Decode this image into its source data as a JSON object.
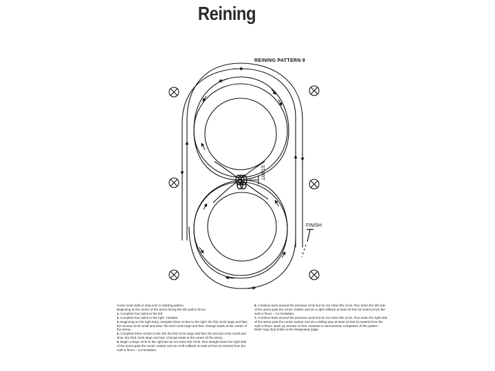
{
  "title": "Reining",
  "pattern": {
    "heading": "REINING PATTERN 8",
    "start_label": "START",
    "finish_label": "FINISH"
  },
  "instructions": {
    "intro": [
      "Horse must walk or stop prior to starting pattern.",
      "Beginning at the center of the arena facing the left wall or fence."
    ],
    "steps_left": [
      {
        "num": "1.",
        "text": "Complete four spins to the left."
      },
      {
        "num": "2.",
        "text": "Complete four spins to the right. Hesitate."
      },
      {
        "num": "3.",
        "text": "Beginning on the right lead, complete three circles to the right: the first circle large and fast; the second circle small and slow; the third circle large and fast. Change leads at the center of the arena."
      },
      {
        "num": "4.",
        "text": "Complete three circles to the left: the first circle large and fast; the second circle small and slow; the third circle large and fast. Change leads at the center of the arena."
      },
      {
        "num": "5.",
        "text": "Begin a large circle to the right but do not close this circle. Run straight down the right side of the arena past the center marker and do a left rollback at least 20 feet (6 meters) from the wall or fence – no hesitation."
      }
    ],
    "steps_right": [
      {
        "num": "6.",
        "text": "Continue back around the previous circle but do not close this circle. Run down the left side of the arena past the center marker and do a right rollback at least 20 feet (6 meters) from the wall or fence – no hesitation."
      },
      {
        "num": "7.",
        "text": "Continue back around the previous circle but do not close this circle. Run down the right side of the arena past the center marker and do a sliding stop at least 20 feet (6 meters) from the wall or fence. Back up at least 10 feet. Hesitate to demonstrate completion of the pattern."
      }
    ],
    "footer": "Rider may drop bridle to the designated judge."
  }
}
